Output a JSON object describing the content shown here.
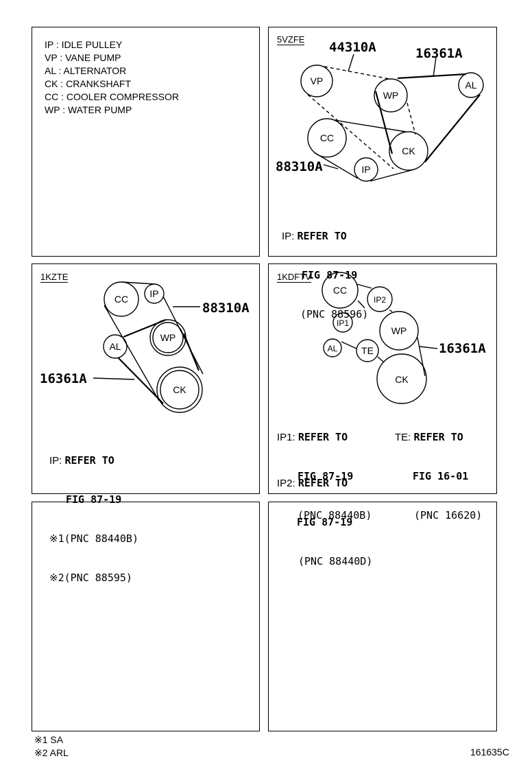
{
  "legend": [
    "IP : IDLE PULLEY",
    "VP : VANE PUMP",
    "AL : ALTERNATOR",
    "CK : CRANKSHAFT",
    "CC : COOLER COMPRESSOR",
    "WP : WATER PUMP"
  ],
  "p5vzfe": {
    "engine": "5VZFE",
    "pn1": "44310A",
    "pn2": "16361A",
    "pn3": "88310A",
    "labels": {
      "vp": "VP",
      "wp": "WP",
      "al": "AL",
      "cc": "CC",
      "ck": "CK",
      "ip": "IP"
    },
    "note": {
      "prefix": "IP:",
      "l1": "REFER TO",
      "l2": "FIG 87-19",
      "l3": "(PNC 88596)"
    }
  },
  "p1kzte": {
    "engine": "1KZTE",
    "pn1": "88310A",
    "pn2": "16361A",
    "labels": {
      "cc": "CC",
      "ip": "IP",
      "al": "AL",
      "wp": "WP",
      "ck": "CK"
    },
    "note": {
      "prefix": "IP:",
      "l1": "REFER TO",
      "l2": "FIG 87-19",
      "l3": "※1(PNC 88440B)",
      "l4": "※2(PNC 88595)"
    }
  },
  "p1kdftv": {
    "engine": "1KDFTV",
    "pn1": "16361A",
    "labels": {
      "cc": "CC",
      "ip2": "IP2",
      "ip1": "IP1",
      "wp": "WP",
      "al": "AL",
      "te": "TE",
      "ck": "CK"
    },
    "note1": {
      "prefix": "IP1:",
      "l1": "REFER TO",
      "l2": "FIG 87-19",
      "l3": "(PNC 88440B)"
    },
    "note2": {
      "prefix": "TE:",
      "l1": "REFER TO",
      "l2": "FIG 16-01",
      "l3": "(PNC 16620)"
    },
    "note3": {
      "prefix": "IP2:",
      "l1": "REFER TO",
      "l2": "FIG 87-19",
      "l3": "(PNC 88440D)"
    }
  },
  "footnotes": [
    "※1 SA",
    "※2 ARL"
  ],
  "figure_id": "161635C"
}
